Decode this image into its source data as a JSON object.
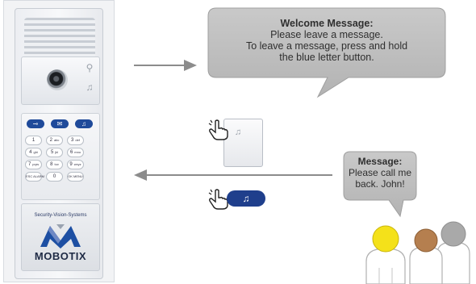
{
  "door_station": {
    "brand_tagline": "Security-Vision-Systems",
    "brand_name": "MOBOTIX",
    "top_keys": [
      "key-icon",
      "envelope-icon",
      "bell-icon"
    ],
    "keys": [
      {
        "digit": "1",
        "letters": ""
      },
      {
        "digit": "2",
        "letters": "abc"
      },
      {
        "digit": "3",
        "letters": "def"
      },
      {
        "digit": "4",
        "letters": "ghi"
      },
      {
        "digit": "5",
        "letters": "jkl"
      },
      {
        "digit": "6",
        "letters": "mno"
      },
      {
        "digit": "7",
        "letters": "pqrs"
      },
      {
        "digit": "8",
        "letters": "tuv"
      },
      {
        "digit": "9",
        "letters": "wxyz"
      },
      {
        "digit": "",
        "letters": "ESC\nALARM"
      },
      {
        "digit": "0",
        "letters": ""
      },
      {
        "digit": "",
        "letters": "OK\nMENU"
      }
    ]
  },
  "welcome_message": {
    "title": "Welcome Message:",
    "line1": "Please leave a message.",
    "line2": "To leave a message, press and hold",
    "line3": "the blue letter button."
  },
  "visitor_message": {
    "title": "Message:",
    "line1": "Please call me",
    "line2": "back. John!"
  },
  "colors": {
    "bubble_fill": "#bdbdbd",
    "button_blue": "#1f3f8c",
    "arrow": "#8c8c8c",
    "person_yellow": "#f4e11a",
    "person_brown": "#b57f4f",
    "person_gray": "#a9a9a9"
  }
}
